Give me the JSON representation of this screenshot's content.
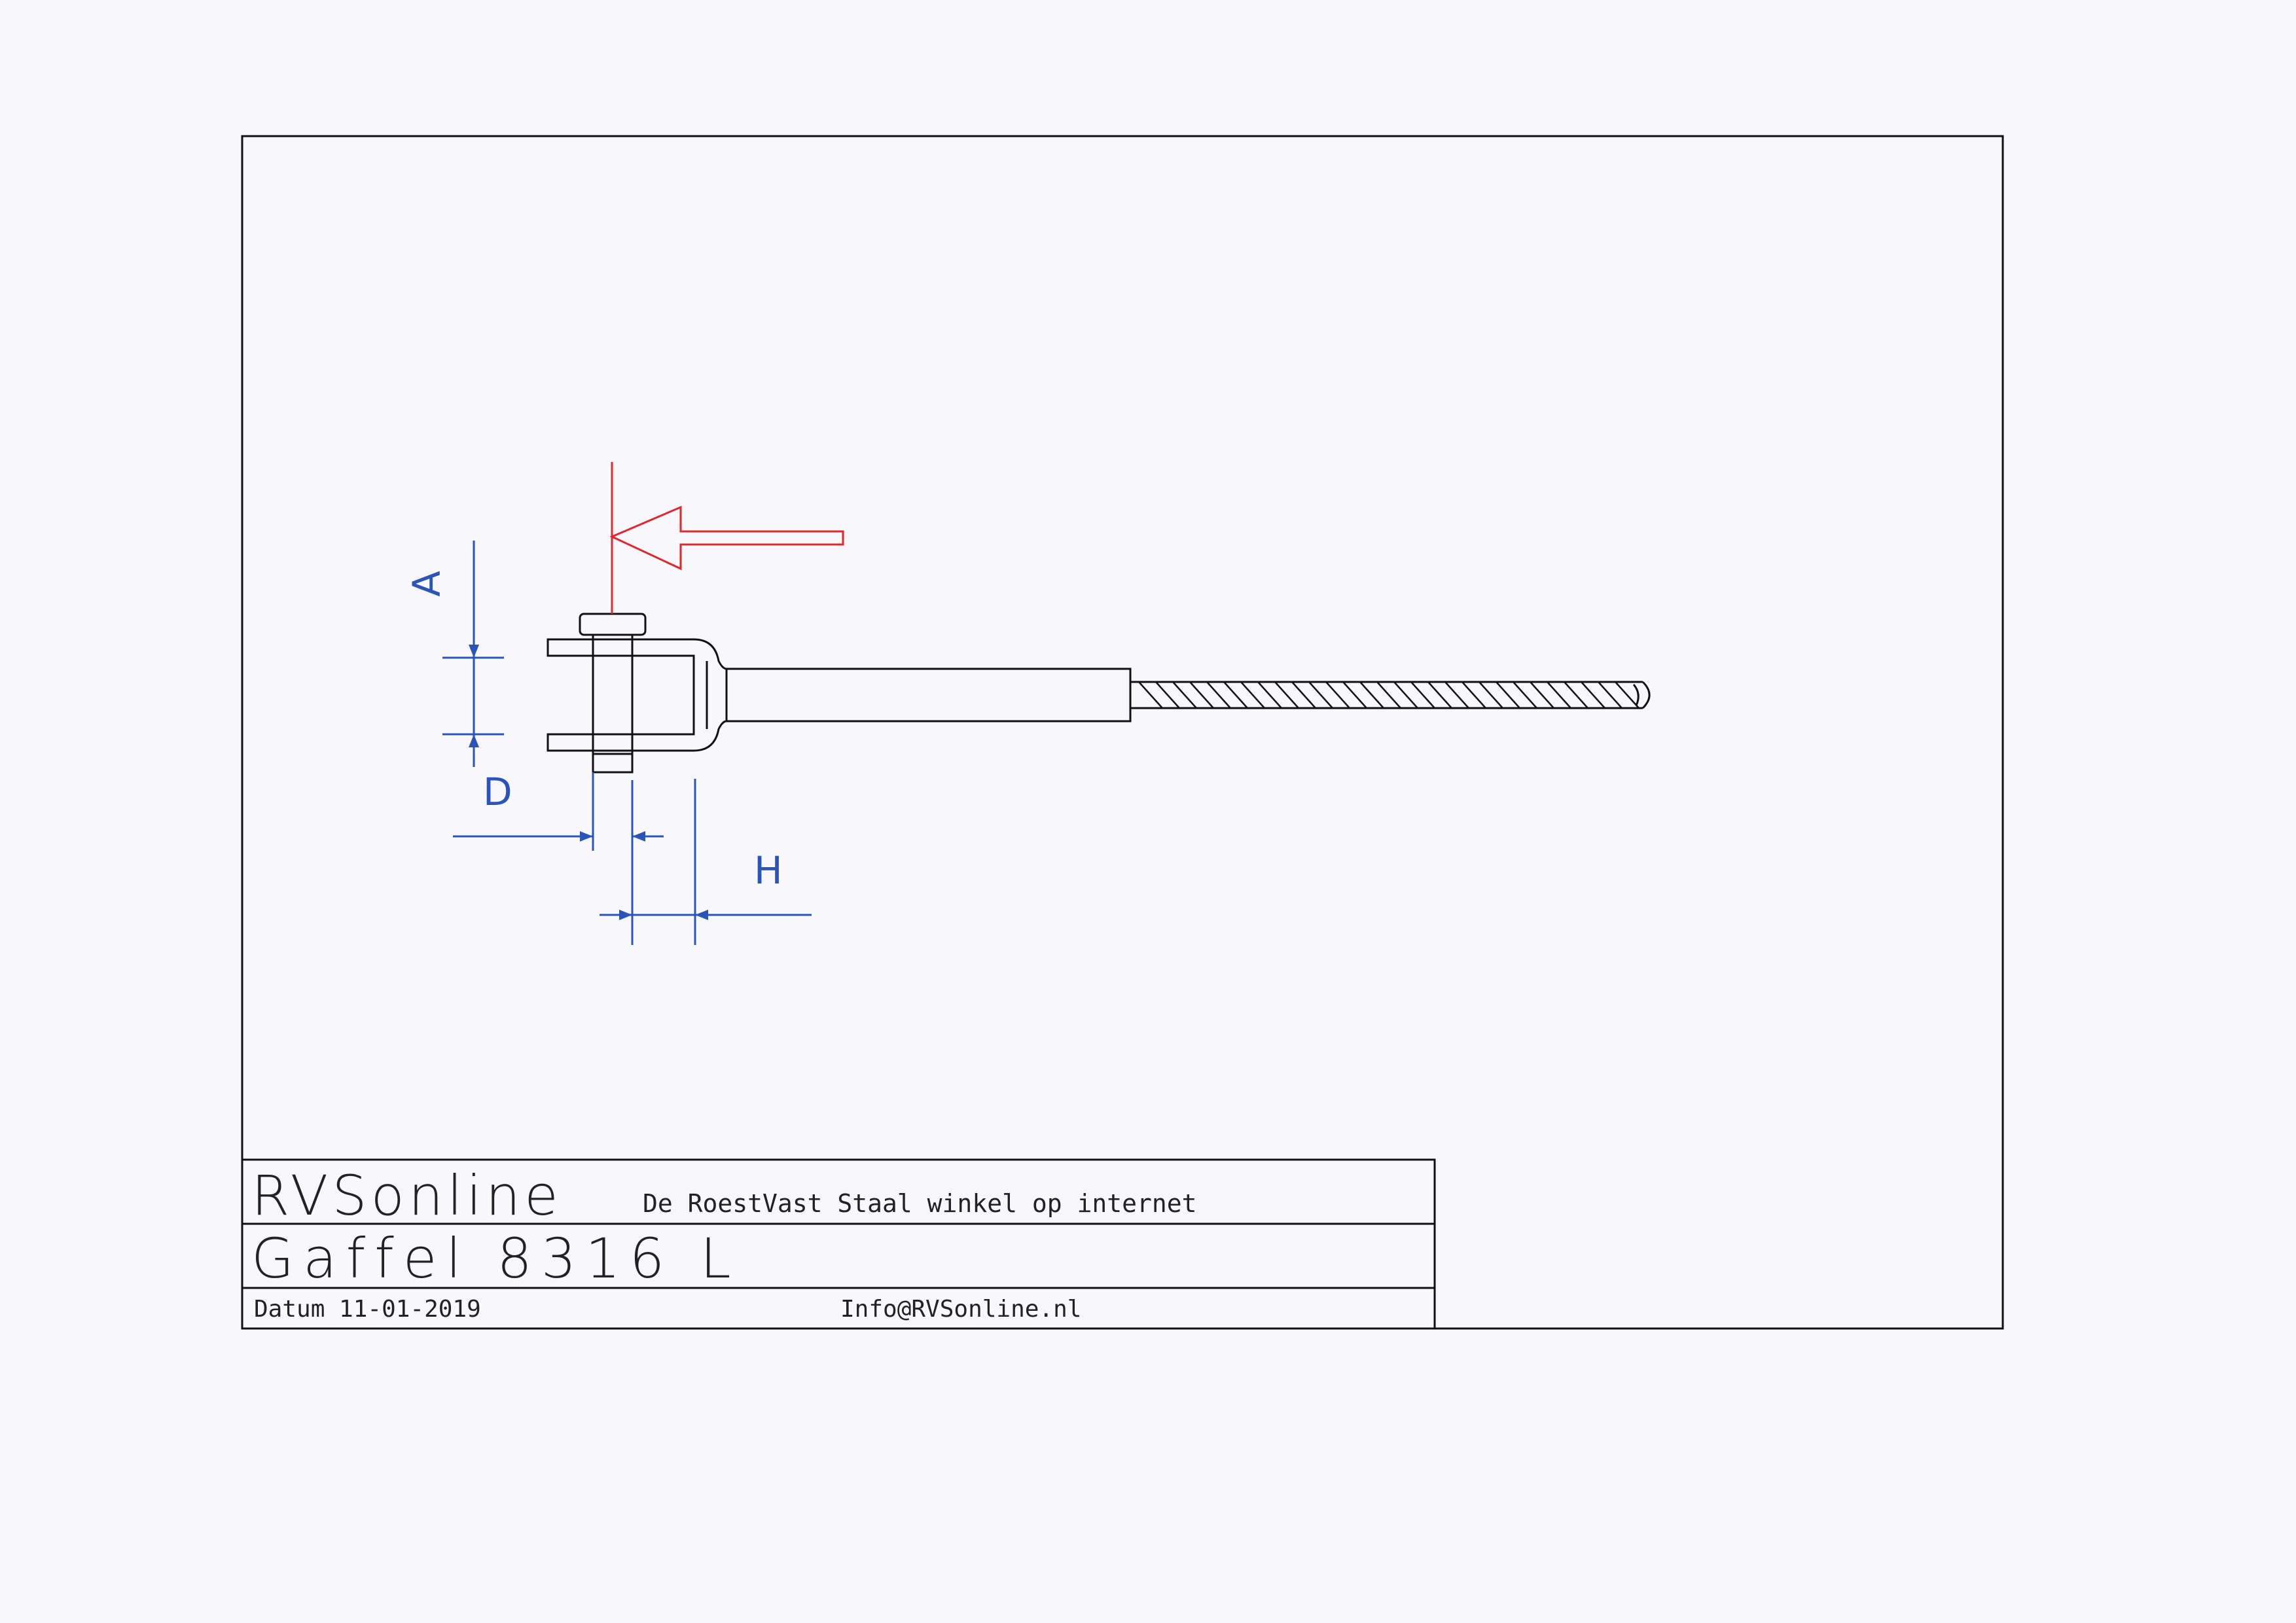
{
  "drawing": {
    "dimension_labels": {
      "a": "A",
      "d": "D",
      "h": "H"
    }
  },
  "title_block": {
    "brand": "RVSonline",
    "tagline": "De RoestVast Staal winkel op internet",
    "part_title": "Gaffel 8316 L",
    "date": "Datum 11-01-2019",
    "email": "Info@RVSonline.nl"
  },
  "colors": {
    "outline": "#111111",
    "dimension": "#2a55b8",
    "indicator": "#e0282c",
    "paper": "#f8f8fc"
  }
}
